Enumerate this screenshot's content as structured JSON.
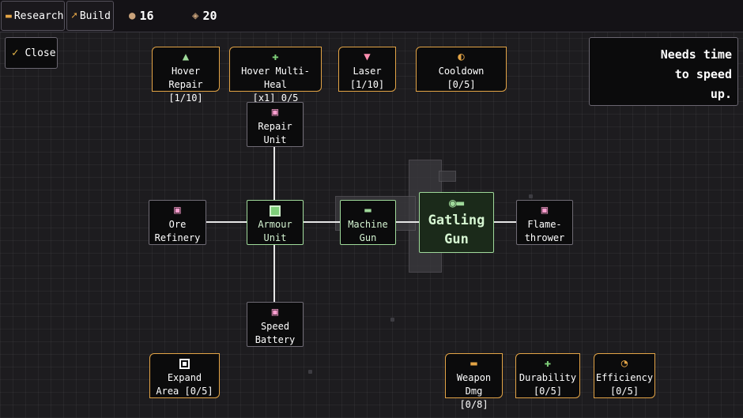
{
  "topbar": {
    "research_label": "Research",
    "build_label": "Build",
    "resource1_value": "16",
    "resource2_value": "20"
  },
  "close_label": "Close",
  "hint_lines": [
    "Needs time",
    "to speed",
    "up."
  ],
  "upgrades_top": [
    {
      "line1": "Hover Repair",
      "line2": "[1/10]",
      "icon": "repair-drone-icon"
    },
    {
      "line1": "Hover Multi-Heal",
      "line2": "[x1] 0/5",
      "icon": "multi-heal-icon"
    },
    {
      "line1": "Laser",
      "line2": "[1/10]",
      "icon": "laser-icon"
    },
    {
      "line1": "Cooldown",
      "line2": "[0/5]",
      "icon": "cooldown-icon"
    }
  ],
  "tree": {
    "repair_unit": [
      "Repair",
      "Unit"
    ],
    "ore_refinery": [
      "Ore",
      "Refinery"
    ],
    "armour_unit": [
      "Armour",
      "Unit"
    ],
    "machine_gun": [
      "Machine",
      "Gun"
    ],
    "gatling_gun": [
      "Gatling",
      "Gun"
    ],
    "flamethrower": [
      "Flame-",
      "thrower"
    ],
    "speed_battery": [
      "Speed",
      "Battery"
    ]
  },
  "upgrades_bottom": [
    {
      "line1": "Expand",
      "line2": "Area [0/5]",
      "icon": "expand-icon"
    },
    {
      "line1": "Weapon Dmg",
      "line2": "[0/8]",
      "icon": "ammo-icon"
    },
    {
      "line1": "Durability",
      "line2": "[0/5]",
      "icon": "durability-icon"
    },
    {
      "line1": "Efficiency",
      "line2": "[0/5]",
      "icon": "efficiency-icon"
    }
  ],
  "colors": {
    "accent_orange": "#e3a446",
    "unlocked_green": "#9fd99a",
    "lock_pink": "#ff9fd0"
  }
}
